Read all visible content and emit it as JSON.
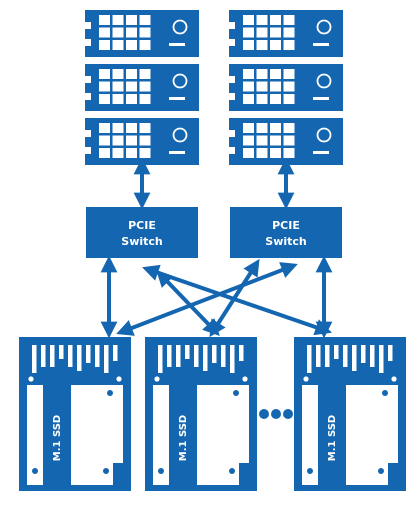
{
  "colors": {
    "primary": "#1466b0",
    "background": "#ffffff",
    "contrast": "#ffffff"
  },
  "servers": {
    "left_count": 3,
    "right_count": 3,
    "icon": "server-chassis"
  },
  "switches": [
    {
      "label_line1": "PCIE",
      "label_line2": "Switch"
    },
    {
      "label_line1": "PCIE",
      "label_line2": "Switch"
    }
  ],
  "ssds": [
    {
      "label": "M.1 SSD"
    },
    {
      "label": "M.1 SSD"
    },
    {
      "label": "M.1 SSD"
    }
  ],
  "ellipsis_dots": 3
}
